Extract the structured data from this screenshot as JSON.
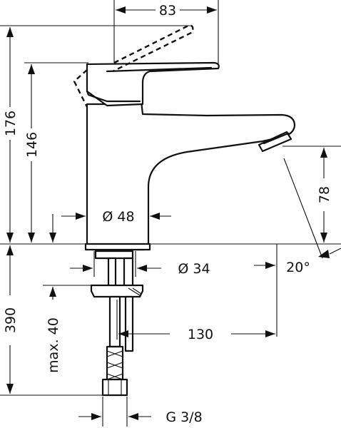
{
  "dimensions": {
    "width_top": "83",
    "total_height": "176",
    "handle_height": "146",
    "spout_height": "78",
    "body_diameter": "Ø 48",
    "mount_diameter": "Ø 34",
    "spout_angle": "20°",
    "below_deck": "390",
    "max_thickness": "max. 40",
    "projection": "130",
    "thread": "G 3/8"
  },
  "colors": {
    "line": "#111111",
    "background": "#ffffff"
  }
}
